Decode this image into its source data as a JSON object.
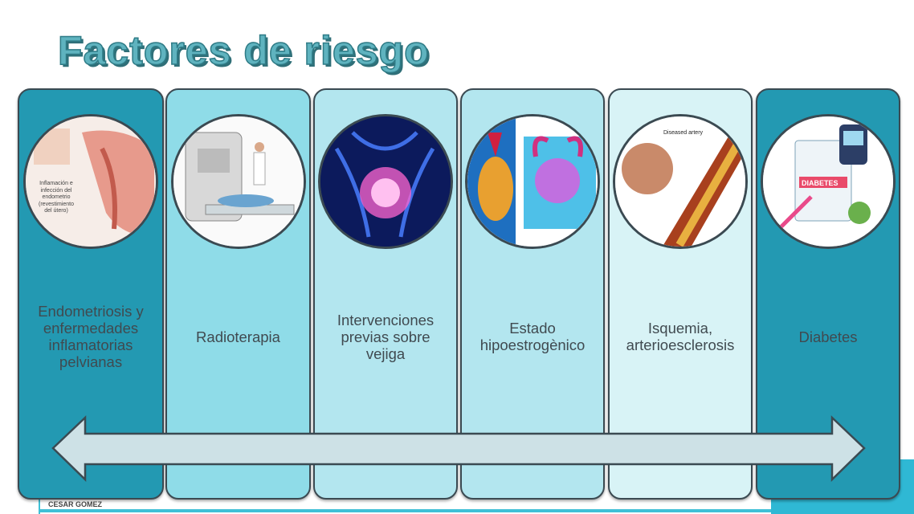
{
  "slide": {
    "title": "Factores de riesgo",
    "footer": "CESAR GOMEZ",
    "colors": {
      "dark_teal": "#2399b2",
      "light_teal": "#8fdce8",
      "pale_teal": "#b3e6ef",
      "palest_teal": "#d8f3f6",
      "arrow": "#cde1e6"
    },
    "panels": [
      {
        "label": "Endometriosis y enfermedades inflamatorias pelvianas",
        "image": "endometrium-illustration",
        "image_text": "Inflamación e infección del endometrio (revestimiento del útero)"
      },
      {
        "label": "Radioterapia",
        "image": "radiotherapy-machine"
      },
      {
        "label": "Intervenciones previas sobre vejiga",
        "image": "bladder-xray"
      },
      {
        "label": "Estado hipoestrogènico",
        "image": "bladder-anatomy"
      },
      {
        "label": "Isquemia, arterioesclerosis",
        "image": "diseased-artery",
        "image_text": "Diseased artery"
      },
      {
        "label": "Diabetes",
        "image": "diabetes-illustration",
        "image_text": "DIABETES"
      }
    ]
  }
}
